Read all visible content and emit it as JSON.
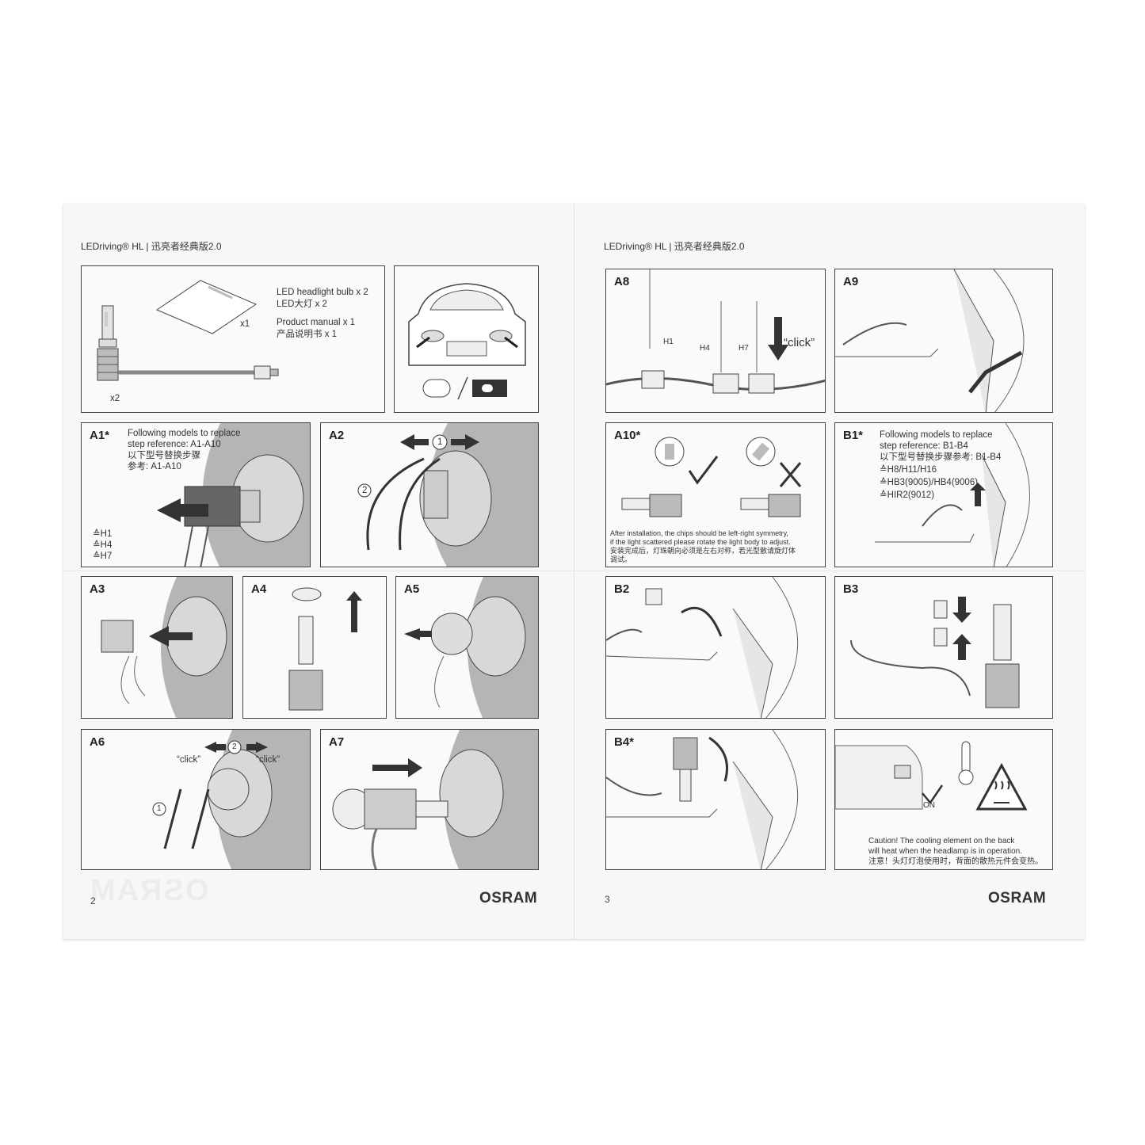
{
  "page_left": {
    "header": "LEDriving® HL | 迅亮者经典版2.0",
    "page_number": "2",
    "brand": "OSRAM",
    "box_contents": {
      "lines": [
        "LED headlight bulb x 2",
        "LED大灯 x 2",
        "Product manual x 1",
        "产品说明书 x 1"
      ],
      "bulb_qty": "x2",
      "manual_qty": "x1"
    },
    "steps": {
      "a1": {
        "label": "A1*",
        "note_lines": [
          "Following models to replace",
          "step reference: A1-A10",
          "以下型号替换步骤",
          "参考: A1-A10"
        ],
        "models": [
          "≙H1",
          "≙H4",
          "≙H7"
        ]
      },
      "a2": {
        "label": "A2",
        "step1": "1",
        "step2": "2"
      },
      "a3": {
        "label": "A3"
      },
      "a4": {
        "label": "A4"
      },
      "a5": {
        "label": "A5"
      },
      "a6": {
        "label": "A6",
        "click_left": "“click”",
        "click_right": "“click”",
        "step1": "1",
        "step2": "2"
      },
      "a7": {
        "label": "A7"
      }
    },
    "watermark": "OSRAM"
  },
  "page_right": {
    "header": "LEDriving® HL | 迅亮者经典版2.0",
    "page_number": "3",
    "brand": "OSRAM",
    "steps": {
      "a8": {
        "label": "A8",
        "types": [
          "H1",
          "H4",
          "H7"
        ],
        "click": "“click”"
      },
      "a9": {
        "label": "A9"
      },
      "a10": {
        "label": "A10*",
        "note_lines": [
          "After installation, the chips should be left-right symmetry,",
          "if the light scattered please rotate the light body to adjust.",
          "安装完成后，灯珠朝向必须是左右对称，若光型散请旋灯体",
          "调试。"
        ]
      },
      "b1": {
        "label": "B1*",
        "note_lines": [
          "Following models to replace",
          "step reference: B1-B4",
          "以下型号替换步骤参考: B1-B4",
          "≙H8/H11/H16",
          "≙HB3(9005)/HB4(9006)",
          "≙HIR2(9012)"
        ]
      },
      "b2": {
        "label": "B2"
      },
      "b3": {
        "label": "B3"
      },
      "b4": {
        "label": "B4*"
      },
      "caution": {
        "on_label": "ON",
        "lines": [
          "Caution! The cooling element on the back",
          "will heat when the headlamp is in operation.",
          "注意！头灯灯泡使用时，背面的散热元件会变热。"
        ]
      }
    }
  },
  "colors": {
    "paper": "#f7f7f8",
    "line": "#444444",
    "fill_gray": "#b5b5b8",
    "dark": "#333333"
  }
}
